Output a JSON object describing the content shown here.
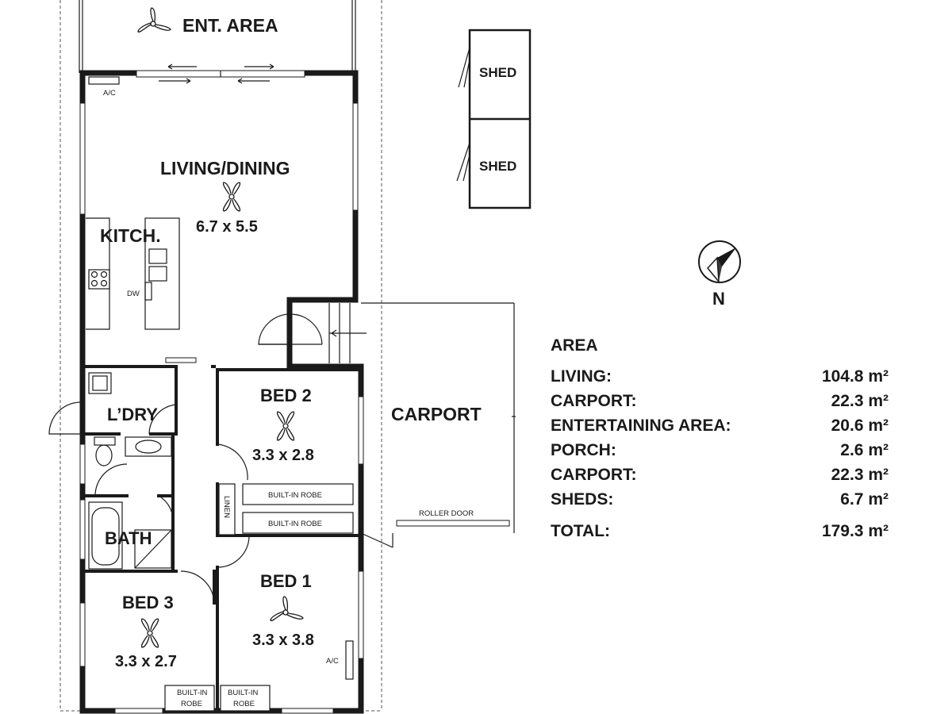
{
  "floorplan": {
    "rooms": {
      "ent_area": "ENT. AREA",
      "living": "LIVING/DINING",
      "living_dim": "6.7 x 5.5",
      "kitchen": "KITCH.",
      "dw": "DW",
      "laundry": "L’DRY",
      "bath": "BATH",
      "bed2": "BED 2",
      "bed2_dim": "3.3 x 2.8",
      "bed1": "BED 1",
      "bed1_dim": "3.3 x 3.8",
      "bed3": "BED 3",
      "bed3_dim": "3.3 x 2.7",
      "carport": "CARPORT",
      "shed1": "SHED",
      "shed2": "SHED",
      "linen": "LINEN",
      "robe_bed2": "BUILT-IN ROBE",
      "robe_bed1": "BUILT-IN ROBE",
      "robe_bed3_line1": "BUILT-IN",
      "robe_bed3_line2": "ROBE",
      "robe_bed1b_line1": "BUILT-IN",
      "robe_bed1b_line2": "ROBE",
      "roller_door": "ROLLER DOOR",
      "ac_living": "A/C",
      "ac_bed1": "A/C"
    },
    "compass_label": "N"
  },
  "area_table": {
    "heading": "AREA",
    "rows": [
      {
        "label": "LIVING:",
        "value": "104.8 m²"
      },
      {
        "label": "CARPORT:",
        "value": "22.3 m²"
      },
      {
        "label": "ENTERTAINING AREA:",
        "value": "20.6 m²"
      },
      {
        "label": "PORCH:",
        "value": "2.6 m²"
      },
      {
        "label": "CARPORT:",
        "value": "22.3 m²"
      },
      {
        "label": "SHEDS:",
        "value": "6.7 m²"
      }
    ],
    "total": {
      "label": "TOTAL:",
      "value": "179.3 m²"
    }
  }
}
